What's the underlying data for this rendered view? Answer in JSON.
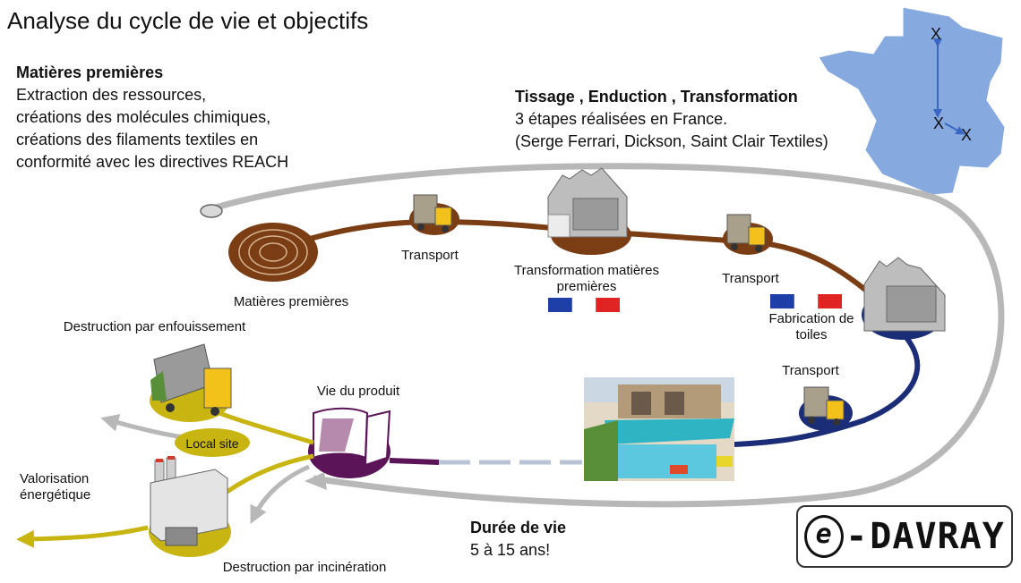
{
  "title": "Analyse du cycle de vie et objectifs",
  "raw_materials": {
    "heading": "Matières premières",
    "lines": [
      "Extraction des ressources,",
      "créations des molécules chimiques,",
      "créations des filaments textiles en",
      "conformité avec les directives REACH"
    ]
  },
  "weaving": {
    "heading": "Tissage , Enduction , Transformation",
    "lines": [
      "3 étapes réalisées en France.",
      "(Serge Ferrari, Dickson, Saint Clair  Textiles)"
    ]
  },
  "map": {
    "marker": "X"
  },
  "stages": {
    "raw_materials": "Matières premières",
    "transport_1": "Transport",
    "transformation": "Transformation matières premières",
    "transport_2": "Transport",
    "fabrication": "Fabrication de toiles",
    "transport_3": "Transport",
    "product_life": "Vie du produit",
    "landfill": "Destruction par enfouissement",
    "local_site": "Local site",
    "energy_recovery": "Valorisation énergétique",
    "incineration": "Destruction par incinération"
  },
  "lifetime": {
    "heading": "Durée de vie",
    "value": "5 à 15 ans!"
  },
  "logo": {
    "e": "e",
    "text": "DAVRAY"
  },
  "colors": {
    "brown": "#7a3d14",
    "navy": "#1c2d78",
    "purple": "#5a1457",
    "olive": "#c8b512",
    "grey_arrow": "#b8b8b8",
    "map_blue": "#86a9df",
    "truck_yellow": "#f2c21b"
  }
}
